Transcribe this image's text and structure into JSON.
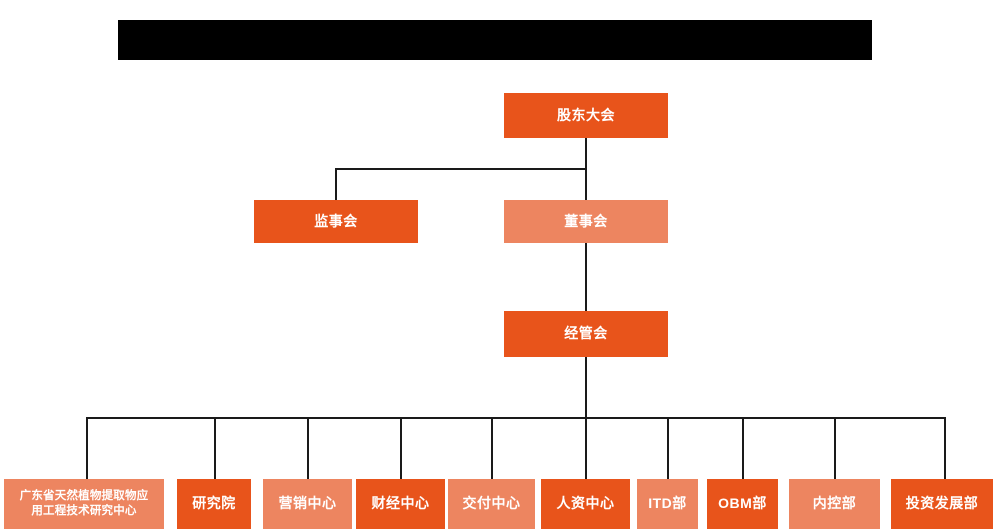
{
  "header": {
    "redacted_banner": true,
    "banner_text": ""
  },
  "colors": {
    "dark_orange": "#E8541B",
    "light_salmon": "#ED8560",
    "line": "#1a1a1a",
    "background": "#ffffff",
    "banner": "#000000",
    "text": "#ffffff"
  },
  "chart_data": {
    "type": "diagram",
    "diagram_kind": "organization-chart",
    "title": "",
    "orientation": "top-down",
    "levels": [
      {
        "level": 1,
        "nodes": [
          {
            "id": "shareholders",
            "label": "股东大会",
            "style": "dark"
          }
        ]
      },
      {
        "level": 2,
        "nodes": [
          {
            "id": "supervisors",
            "label": "监事会",
            "style": "dark"
          },
          {
            "id": "directors",
            "label": "董事会",
            "style": "light"
          }
        ]
      },
      {
        "level": 3,
        "nodes": [
          {
            "id": "management",
            "label": "经管会",
            "style": "dark"
          }
        ]
      },
      {
        "level": 4,
        "nodes": [
          {
            "id": "dept-1",
            "label": "广东省天然植物提取物应\n用工程技术研究中心",
            "line1": "广东省天然植物提取物应",
            "line2": "用工程技术研究中心",
            "style": "light"
          },
          {
            "id": "dept-2",
            "label": "研究院",
            "style": "dark"
          },
          {
            "id": "dept-3",
            "label": "营销中心",
            "style": "light"
          },
          {
            "id": "dept-4",
            "label": "财经中心",
            "style": "dark"
          },
          {
            "id": "dept-5",
            "label": "交付中心",
            "style": "light"
          },
          {
            "id": "dept-6",
            "label": "人资中心",
            "style": "dark"
          },
          {
            "id": "dept-7",
            "label": "ITD部",
            "style": "light"
          },
          {
            "id": "dept-8",
            "label": "OBM部",
            "style": "dark"
          },
          {
            "id": "dept-9",
            "label": "内控部",
            "style": "light"
          },
          {
            "id": "dept-10",
            "label": "投资发展部",
            "style": "dark"
          }
        ]
      }
    ],
    "edges": [
      {
        "from": "shareholders",
        "to": "supervisors"
      },
      {
        "from": "shareholders",
        "to": "directors"
      },
      {
        "from": "directors",
        "to": "management"
      },
      {
        "from": "management",
        "to": "dept-1"
      },
      {
        "from": "management",
        "to": "dept-2"
      },
      {
        "from": "management",
        "to": "dept-3"
      },
      {
        "from": "management",
        "to": "dept-4"
      },
      {
        "from": "management",
        "to": "dept-5"
      },
      {
        "from": "management",
        "to": "dept-6"
      },
      {
        "from": "management",
        "to": "dept-7"
      },
      {
        "from": "management",
        "to": "dept-8"
      },
      {
        "from": "management",
        "to": "dept-9"
      },
      {
        "from": "management",
        "to": "dept-10"
      }
    ]
  }
}
